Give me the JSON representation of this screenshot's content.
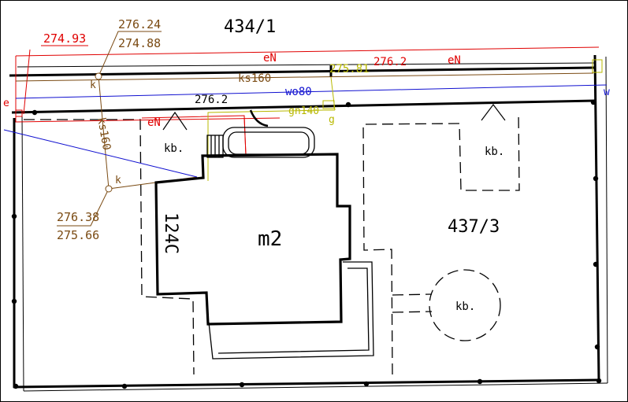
{
  "parcels": {
    "north": "434/1",
    "main": "437/3"
  },
  "building": {
    "label": "m2",
    "number": "124C"
  },
  "kb_labels": [
    "kb.",
    "kb.",
    "kb."
  ],
  "heights": {
    "top_left_red": "274.93",
    "top_brown_upper": "276.24",
    "top_brown_lower": "274.88",
    "left_brown_upper": "276.38",
    "left_brown_lower": "275.66",
    "road_mid": "276.2",
    "right_yellow": "275.81",
    "right_red": "276.2"
  },
  "utility_labels": {
    "electric_top": "eN",
    "electric_right": "eN",
    "electric_left": "eN",
    "sewer_top": "ks160",
    "sewer_left": "ks160",
    "water": "wo80",
    "gas": "gn140",
    "gas_point": "g",
    "manhole_top": "k",
    "manhole_left": "k",
    "edge_e": "e",
    "edge_w": "w"
  },
  "colors": {
    "black": "#000000",
    "red": "#e00000",
    "brown": "#7a4a12",
    "blue": "#1010d0",
    "yellow": "#b8b800"
  }
}
